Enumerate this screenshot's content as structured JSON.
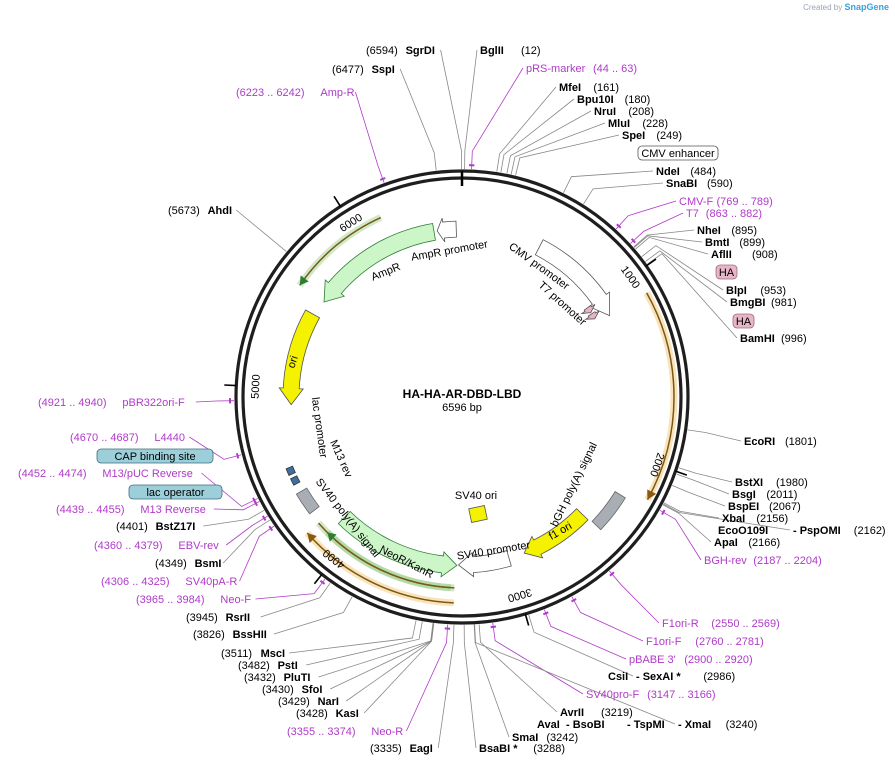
{
  "header": {
    "credit_prefix": "Created by",
    "credit_brand": "SnapGene"
  },
  "map": {
    "name": "HA-HA-AR-DBD-LBD",
    "size_label": "6596 bp",
    "total_bp": 6596,
    "ticks": [
      "1000",
      "2000",
      "3000",
      "4000",
      "5000",
      "6000"
    ]
  },
  "features": [
    {
      "name": "CMV enhancer",
      "label": "CMV enhancer",
      "color": "#ffffff"
    },
    {
      "name": "CMV promoter",
      "label": "CMV promoter",
      "color": "#ffffff"
    },
    {
      "name": "T7 promoter",
      "label": "T7 promoter",
      "color": "#ffffff"
    },
    {
      "name": "HA",
      "label": "HA",
      "color": "#e8b4c8"
    },
    {
      "name": "bGH poly(A) signal",
      "label": "bGH poly(A) signal",
      "color": "#a8aeb4"
    },
    {
      "name": "f1 ori",
      "label": "f1 ori",
      "color": "#f5f200"
    },
    {
      "name": "SV40 promoter",
      "label": "SV40 promoter",
      "color": "#ffffff"
    },
    {
      "name": "SV40 ori",
      "label": "SV40 ori",
      "color": "#f5f200"
    },
    {
      "name": "NeoR/KanR",
      "label": "NeoR/KanR",
      "color": "#ccf5c8"
    },
    {
      "name": "SV40 poly(A) signal",
      "label": "SV40 poly(A) signal",
      "color": "#a8aeb4"
    },
    {
      "name": "CAP binding site",
      "label": "CAP binding site",
      "color": "#9ccfda"
    },
    {
      "name": "lac operator",
      "label": "lac operator",
      "color": "#9ccfda"
    },
    {
      "name": "lac promoter",
      "label": "lac promoter",
      "color": "#ffffff"
    },
    {
      "name": "M13 rev",
      "label": "M13 rev",
      "color": "#ffffff"
    },
    {
      "name": "ori",
      "label": "ori",
      "color": "#f5f200"
    },
    {
      "name": "AmpR",
      "label": "AmpR",
      "color": "#ccf5c8"
    },
    {
      "name": "AmpR promoter",
      "label": "AmpR promoter",
      "color": "#ffffff"
    }
  ],
  "sites": [
    {
      "name": "SgrDI",
      "pos": "(6594)",
      "kind": "enzyme"
    },
    {
      "name": "BglII",
      "pos": "(12)",
      "kind": "enzyme"
    },
    {
      "name": "pRS-marker",
      "pos": "(44 .. 63)",
      "kind": "primer"
    },
    {
      "name": "SspI",
      "pos": "(6477)",
      "kind": "enzyme"
    },
    {
      "name": "MfeI",
      "pos": "(161)",
      "kind": "enzyme"
    },
    {
      "name": "Bpu10I",
      "pos": "(180)",
      "kind": "enzyme"
    },
    {
      "name": "NruI",
      "pos": "(208)",
      "kind": "enzyme"
    },
    {
      "name": "MluI",
      "pos": "(228)",
      "kind": "enzyme"
    },
    {
      "name": "SpeI",
      "pos": "(249)",
      "kind": "enzyme"
    },
    {
      "name": "Amp-R",
      "pos": "(6223 .. 6242)",
      "kind": "primer"
    },
    {
      "name": "NdeI",
      "pos": "(484)",
      "kind": "enzyme"
    },
    {
      "name": "SnaBI",
      "pos": "(590)",
      "kind": "enzyme"
    },
    {
      "name": "AhdI",
      "pos": "(5673)",
      "kind": "enzyme"
    },
    {
      "name": "CMV-F",
      "pos": "(769 .. 789)",
      "kind": "primer"
    },
    {
      "name": "T7",
      "pos": "(863 .. 882)",
      "kind": "primer"
    },
    {
      "name": "NheI",
      "pos": "(895)",
      "kind": "enzyme"
    },
    {
      "name": "BmtI",
      "pos": "(899)",
      "kind": "enzyme"
    },
    {
      "name": "AflII",
      "pos": "(908)",
      "kind": "enzyme"
    },
    {
      "name": "BlpI",
      "pos": "(953)",
      "kind": "enzyme"
    },
    {
      "name": "BmgBI",
      "pos": "(981)",
      "kind": "enzyme"
    },
    {
      "name": "BamHI",
      "pos": "(996)",
      "kind": "enzyme"
    },
    {
      "name": "pBR322ori-F",
      "pos": "(4921 .. 4940)",
      "kind": "primer"
    },
    {
      "name": "L4440",
      "pos": "(4670 .. 4687)",
      "kind": "primer"
    },
    {
      "name": "EcoRI",
      "pos": "(1801)",
      "kind": "enzyme"
    },
    {
      "name": "M13/pUC Reverse",
      "pos": "(4452 .. 4474)",
      "kind": "primer"
    },
    {
      "name": "BstXI",
      "pos": "(1980)",
      "kind": "enzyme"
    },
    {
      "name": "BsgI",
      "pos": "(2011)",
      "kind": "enzyme"
    },
    {
      "name": "BspEI",
      "pos": "(2067)",
      "kind": "enzyme"
    },
    {
      "name": "M13 Reverse",
      "pos": "(4439 .. 4455)",
      "kind": "primer"
    },
    {
      "name": "XbaI",
      "pos": "(2156)",
      "kind": "enzyme"
    },
    {
      "name": "BstZ17I",
      "pos": "(4401)",
      "kind": "enzyme"
    },
    {
      "name": "EcoO109I",
      "pos": "",
      "kind": "enzyme"
    },
    {
      "name": "- PspOMI",
      "pos": "(2162)",
      "kind": "enzyme"
    },
    {
      "name": "ApaI",
      "pos": "(2166)",
      "kind": "enzyme"
    },
    {
      "name": "EBV-rev",
      "pos": "(4360 .. 4379)",
      "kind": "primer"
    },
    {
      "name": "BGH-rev",
      "pos": "(2187 .. 2204)",
      "kind": "primer"
    },
    {
      "name": "BsmI",
      "pos": "(4349)",
      "kind": "enzyme"
    },
    {
      "name": "SV40pA-R",
      "pos": "(4306 .. 4325)",
      "kind": "primer"
    },
    {
      "name": "Neo-F",
      "pos": "(3965 .. 3984)",
      "kind": "primer"
    },
    {
      "name": "RsrII",
      "pos": "(3945)",
      "kind": "enzyme"
    },
    {
      "name": "F1ori-R",
      "pos": "(2550 .. 2569)",
      "kind": "primer"
    },
    {
      "name": "BssHII",
      "pos": "(3826)",
      "kind": "enzyme"
    },
    {
      "name": "F1ori-F",
      "pos": "(2760 .. 2781)",
      "kind": "primer"
    },
    {
      "name": "MscI",
      "pos": "(3511)",
      "kind": "enzyme"
    },
    {
      "name": "pBABE 3'",
      "pos": "(2900 .. 2920)",
      "kind": "primer"
    },
    {
      "name": "PstI",
      "pos": "(3482)",
      "kind": "enzyme"
    },
    {
      "name": "PluTI",
      "pos": "(3432)",
      "kind": "enzyme"
    },
    {
      "name": "CsiI",
      "pos": "",
      "kind": "enzyme"
    },
    {
      "name": "- SexAI *",
      "pos": "(2986)",
      "kind": "enzyme"
    },
    {
      "name": "SfoI",
      "pos": "(3430)",
      "kind": "enzyme"
    },
    {
      "name": "SV40pro-F",
      "pos": "(3147 .. 3166)",
      "kind": "primer"
    },
    {
      "name": "NarI",
      "pos": "(3429)",
      "kind": "enzyme"
    },
    {
      "name": "KasI",
      "pos": "(3428)",
      "kind": "enzyme"
    },
    {
      "name": "AvrII",
      "pos": "(3219)",
      "kind": "enzyme"
    },
    {
      "name": "AvaI",
      "pos": "",
      "kind": "enzyme"
    },
    {
      "name": "- BsoBI",
      "pos": "",
      "kind": "enzyme"
    },
    {
      "name": "- TspMI",
      "pos": "",
      "kind": "enzyme"
    },
    {
      "name": "- XmaI",
      "pos": "(3240)",
      "kind": "enzyme"
    },
    {
      "name": "Neo-R",
      "pos": "(3355 .. 3374)",
      "kind": "primer"
    },
    {
      "name": "SmaI",
      "pos": "(3242)",
      "kind": "enzyme"
    },
    {
      "name": "EagI",
      "pos": "(3335)",
      "kind": "enzyme"
    },
    {
      "name": "BsaBI *",
      "pos": "(3288)",
      "kind": "enzyme"
    }
  ]
}
